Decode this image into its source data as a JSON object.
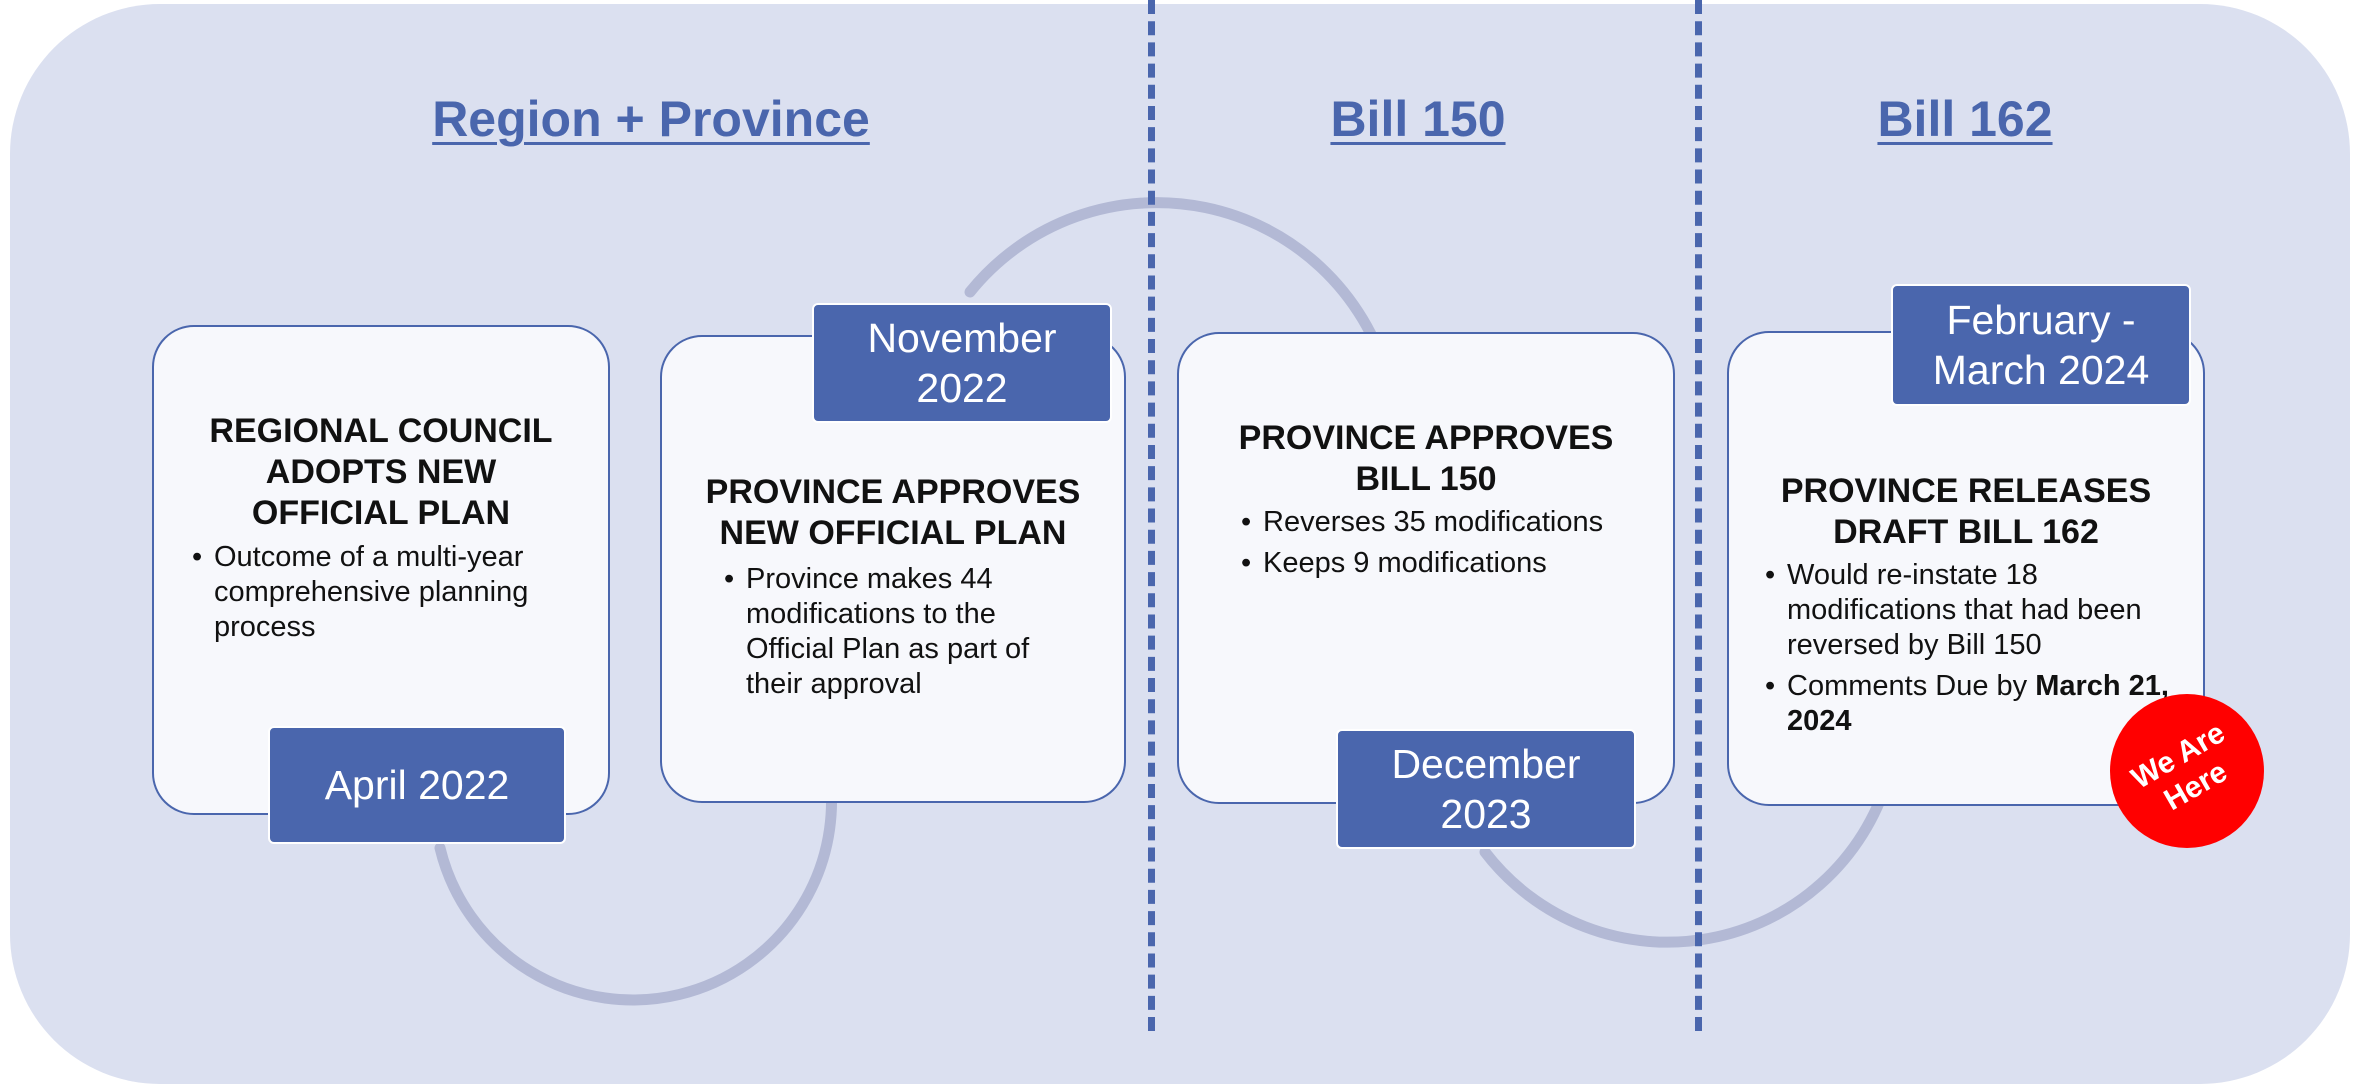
{
  "colors": {
    "panel": "#dbe0f0",
    "accent": "#4a66ad",
    "arc": "#b3b9d5",
    "badge": "#ff0000"
  },
  "sections": [
    {
      "heading": "Region + Province"
    },
    {
      "heading": "Bill 150"
    },
    {
      "heading": "Bill 162"
    }
  ],
  "steps": [
    {
      "title": "REGIONAL COUNCIL\nADOPTS NEW\nOFFICIAL PLAN",
      "bullets": [
        "Outcome of a multi-year comprehensive planning process"
      ],
      "date": "April 2022"
    },
    {
      "title": "PROVINCE APPROVES\nNEW OFFICIAL PLAN",
      "bullets": [
        "Province makes 44 modifications to the Official Plan as part of their approval"
      ],
      "date": "November\n2022"
    },
    {
      "title": "PROVINCE APPROVES\nBILL 150",
      "bullets": [
        "Reverses 35 modifications",
        "Keeps 9 modifications"
      ],
      "date": "December\n2023"
    },
    {
      "title": "PROVINCE RELEASES\nDRAFT BILL 162",
      "bullets": [
        "Would re-instate 18 modifications that had been reversed by Bill 150"
      ],
      "bullet_2_prefix": "Comments Due by ",
      "bullet_2_bold": "March 21, 2024",
      "date": "February -\nMarch 2024"
    }
  ],
  "badge": {
    "text": "We Are\nHere"
  }
}
